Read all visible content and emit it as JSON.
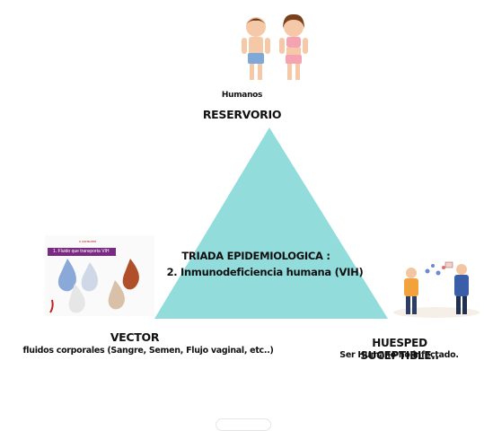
{
  "reservoir": {
    "caption": "Humanos",
    "title": "RESERVORIO"
  },
  "triad": {
    "title": "TRIADA EPIDEMIOLOGICA :",
    "subtitle": "2. Inmunodeficiencia humana (VIH)"
  },
  "vector": {
    "title": "VECTOR",
    "caption": "fluidos corporales (Sangre, Semen, Flujo vaginal, etc..)",
    "poster_header": "x consume",
    "poster_banner": "1. Fluido que transporta VIH"
  },
  "host": {
    "title": "HUESPED SUCEPTIBLE..",
    "caption": "Ser Humano no infectado."
  },
  "colors": {
    "triangle": "#92dcdc",
    "poster_banner": "#7b2a84",
    "droplet": "#8aa8d8"
  },
  "icons": [
    "children-illustration-icon",
    "hiv-fluid-poster-icon",
    "sneezing-people-illustration-icon"
  ]
}
